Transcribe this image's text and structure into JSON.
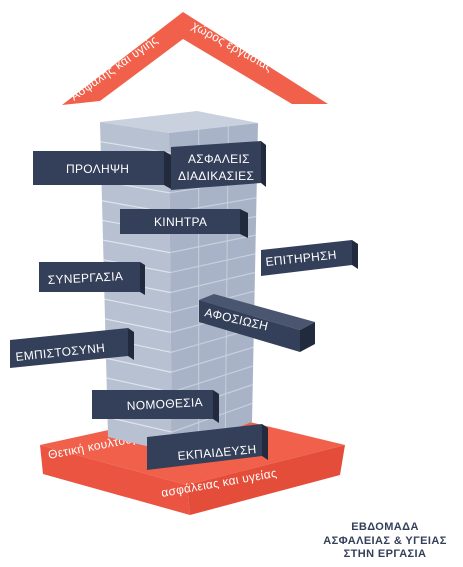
{
  "roof": {
    "left_text": "Ασφαλής και υγιής",
    "right_text": "χώρος εργασίας"
  },
  "tower_blocks": {
    "prolipsi": "ΠΡΟΛΗΨΗ",
    "asfaleis_1": "ΑΣΦΑΛΕΙΣ",
    "asfaleis_2": "ΔΙΑΔΙΚΑΣΙΕΣ",
    "kinitra": "ΚΙΝΗΤΡΑ",
    "epitirisi": "ΕΠΙΤΗΡΗΣΗ",
    "synergasia": "ΣΥΝΕΡΓΑΣΙΑ",
    "afosiosi": "ΑΦΟΣΙΩΣΗ",
    "empistosyni": "ΕΜΠΙΣΤΟΣΥΝΗ",
    "nomothesia": "ΝΟΜΟΘΕΣΙΑ",
    "ekpaidefsi": "ΕΚΠΑΙΔΕΥΣΗ"
  },
  "base": {
    "left_text": "Θετική κουλτούρα",
    "right_text": "ασφάλειας και υγείας"
  },
  "footer": {
    "line1": "ΕΒΔΟΜΑΔΑ",
    "line2": "ΑΣΦΑΛΕΙΑΣ & ΥΓΕΙΑΣ",
    "line3": "ΣΤΗΝ ΕΡΓΑΣΙΑ"
  },
  "colors": {
    "accent": "#f0604a",
    "block_dark": "#34405a",
    "tower_face": "#b7c1d2",
    "tower_side": "#8f9cb3"
  }
}
